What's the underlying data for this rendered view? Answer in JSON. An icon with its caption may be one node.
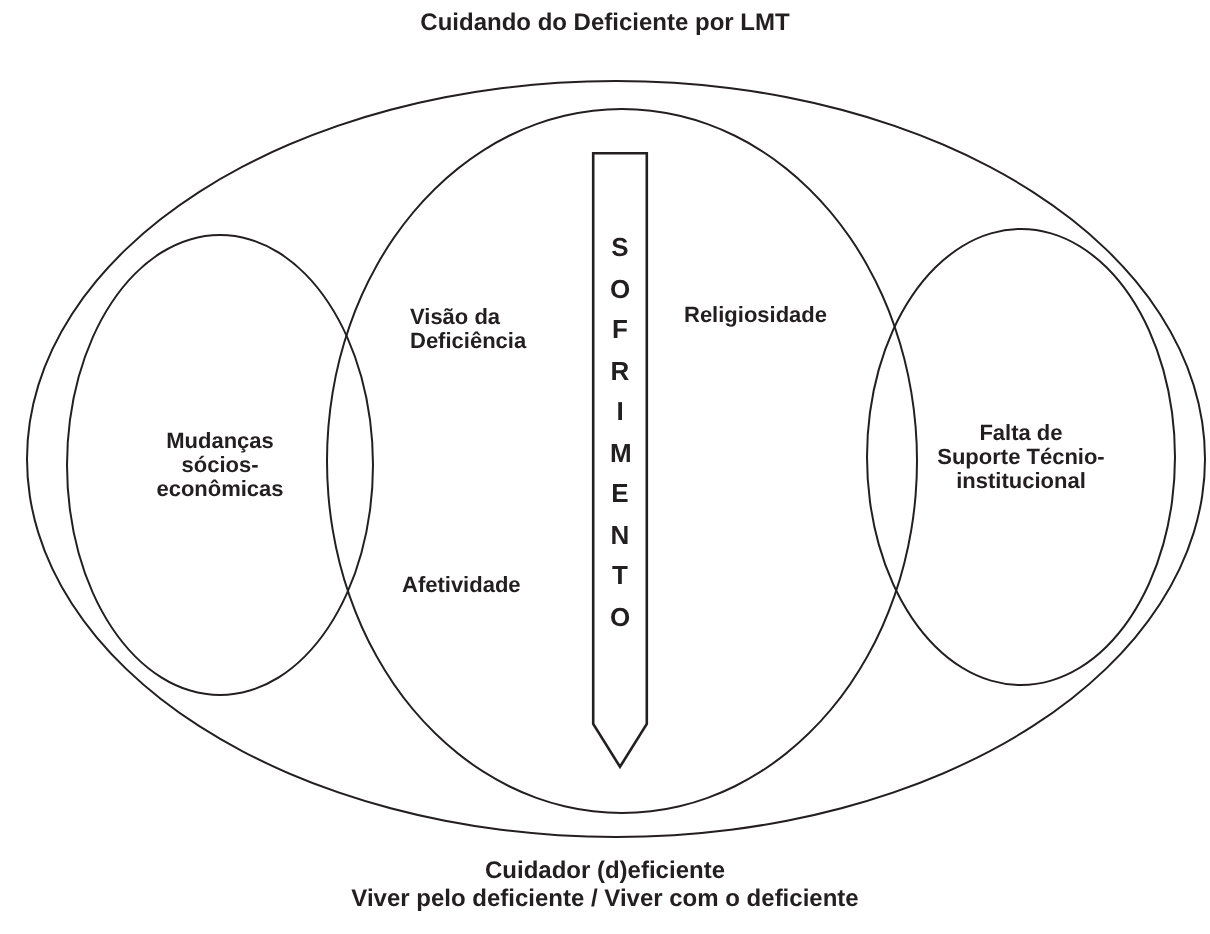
{
  "diagram": {
    "title": "Cuidando do Deficiente por LMT",
    "nodes": [
      {
        "text": [],
        "shape": "ellipse"
      },
      {
        "text": [
          "Mudanças sócios-econômicas"
        ],
        "in": 0
      },
      {
        "text": [
          "Visão da Deficiência",
          "Religiosidade",
          "Afetividade"
        ],
        "in": 0
      },
      {
        "text": [
          "SOFRIMENTO"
        ],
        "in": 2
      },
      {
        "text": [
          "Falta de Suporte Técnio-institucional"
        ],
        "in": 0
      }
    ],
    "edges": [],
    "labels": [
      "Cuidador (d)eficiente",
      "Viver pelo deficiente / Viver com o deficiente"
    ]
  }
}
